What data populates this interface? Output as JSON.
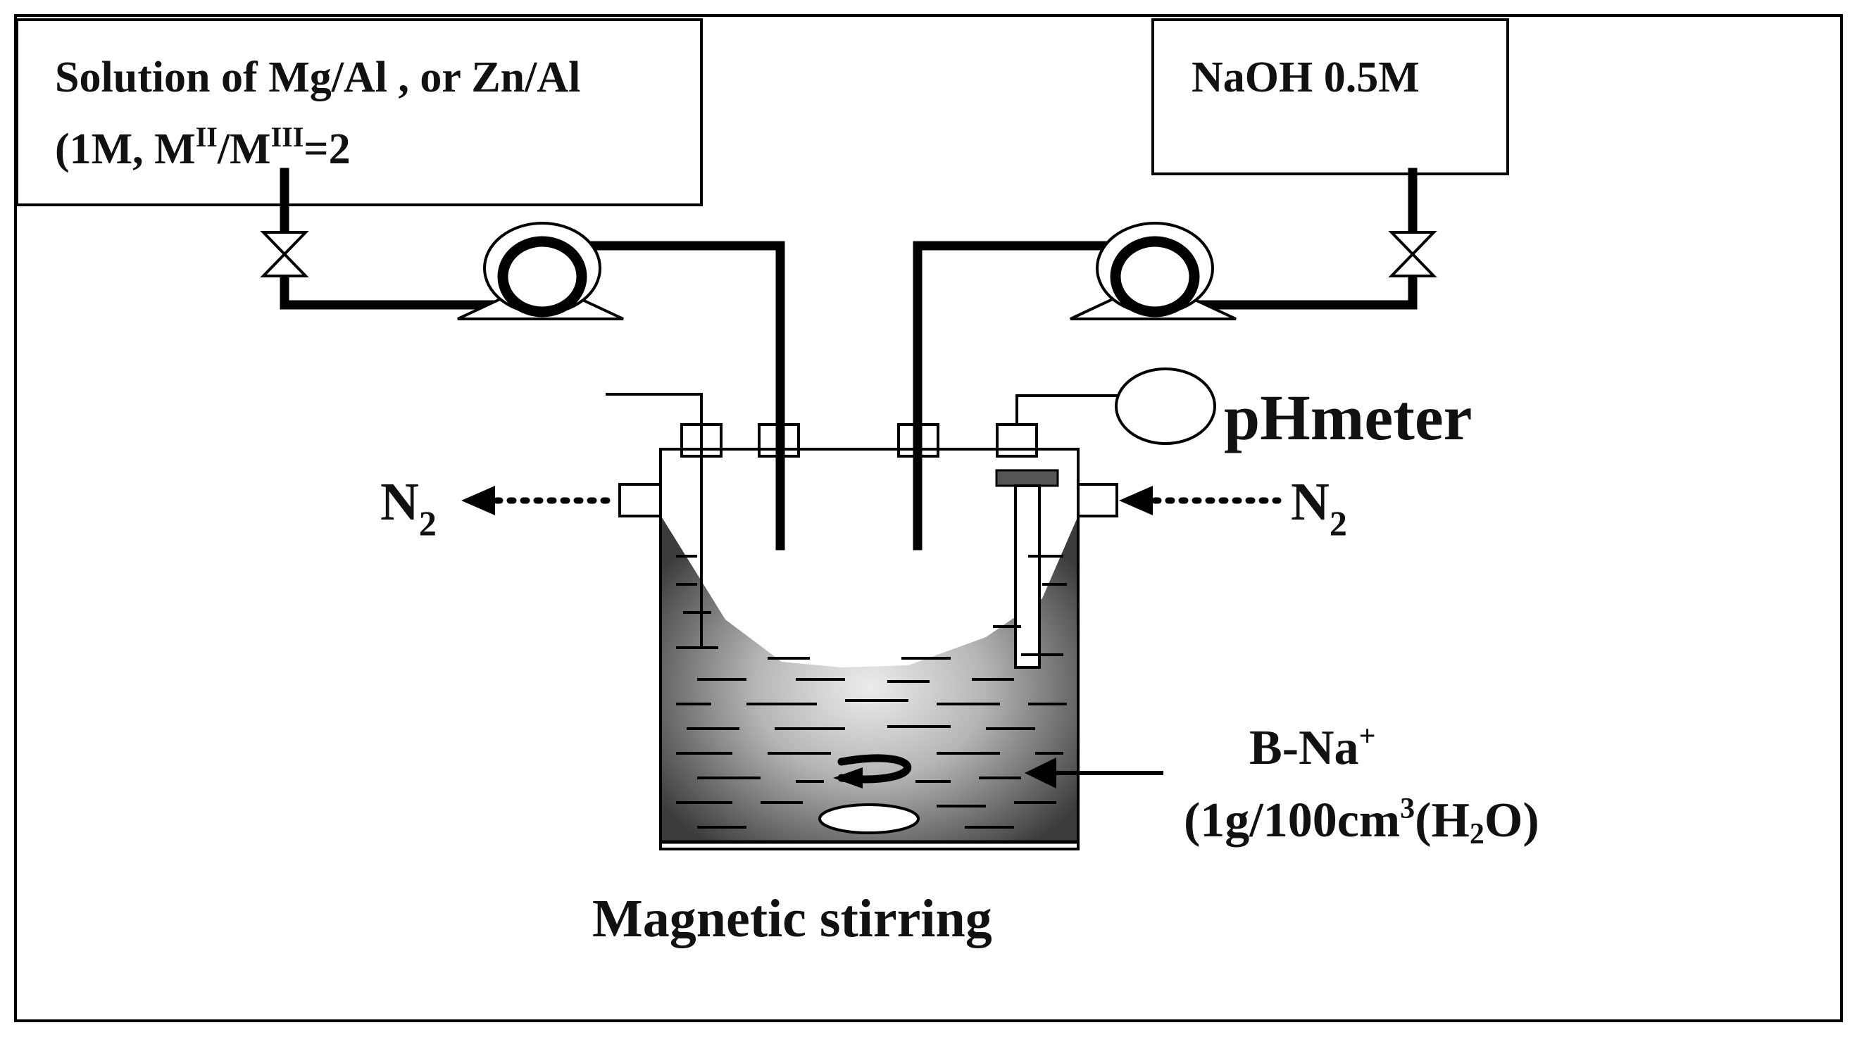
{
  "diagram": {
    "mixture_box": {
      "line1": "Solution of Mg/Al , or Zn/Al",
      "line2_prefix": "(1M, M",
      "sup_a": "II",
      "slash": "/M",
      "sup_b": "III",
      "suffix": "=2"
    },
    "base_box": {
      "label": "NaOH 0.5M"
    },
    "ph_meter": {
      "label": "pHmeter"
    },
    "n2_out": {
      "base": "N",
      "subscript": "2"
    },
    "n2_in": {
      "base": "N",
      "subscript": "2"
    },
    "suspension": {
      "line1_base": "B-Na",
      "line1_sup": "+",
      "line2_a": "(1g/100cm",
      "line2_sup": "3",
      "line2_b": "(H",
      "line2_sub": "2",
      "line2_c": "O)"
    },
    "stirring_label": "Magnetic stirring",
    "colors": {
      "stroke": "#000000",
      "liquid_dark": "#3f3f3f",
      "liquid_light": "#e6e6e6",
      "background": "#ffffff"
    }
  }
}
